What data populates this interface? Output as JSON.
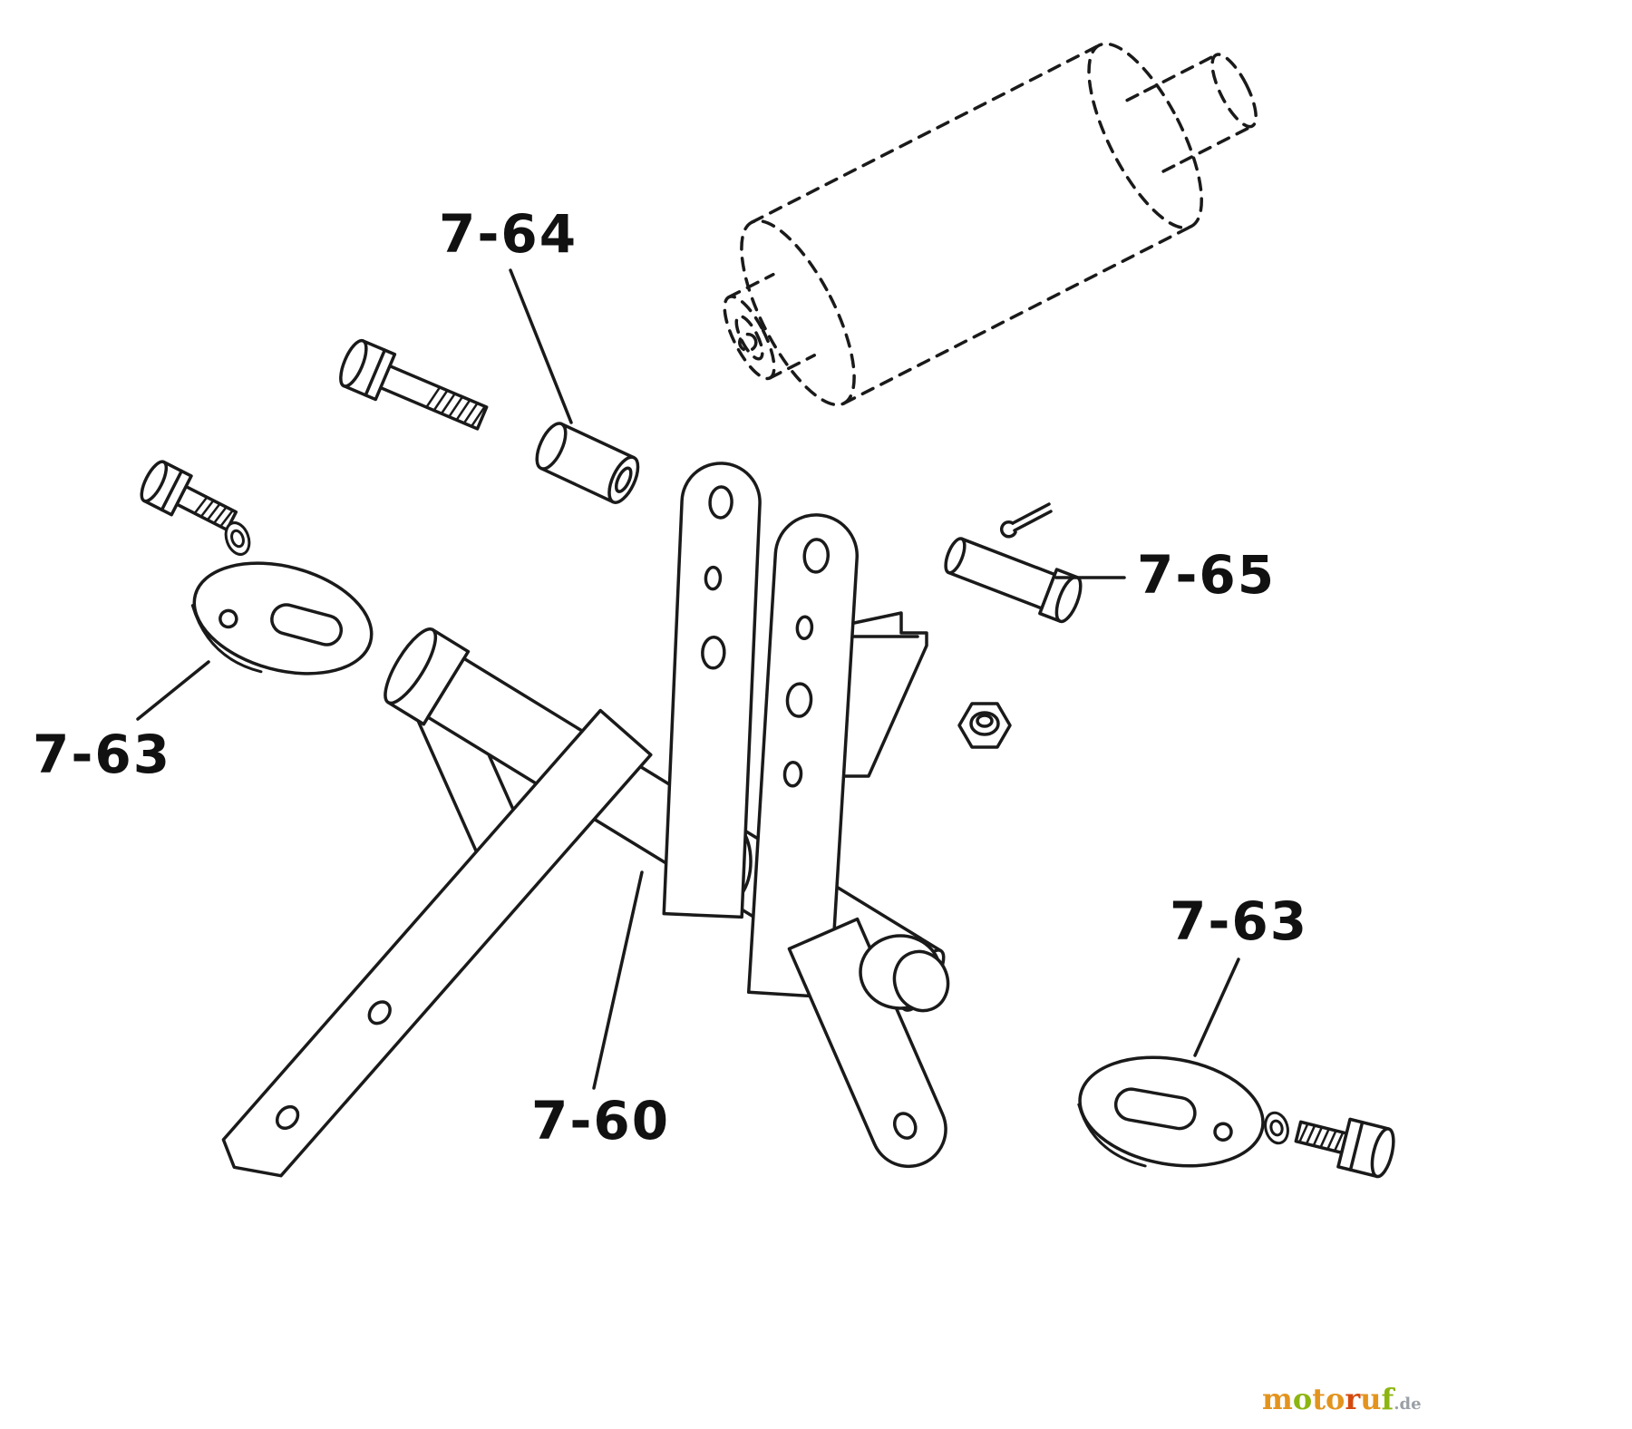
{
  "diagram": {
    "type": "exploded-parts-diagram",
    "labels": {
      "spacer": "7-64",
      "flange_left": "7-63",
      "clevis_pin": "7-65",
      "hitch_frame": "7-60",
      "flange_right": "7-63"
    },
    "line_color": "#1a1a1a"
  },
  "watermark": {
    "letters": [
      {
        "ch": "m",
        "color": "#e3941e"
      },
      {
        "ch": "o",
        "color": "#8db510"
      },
      {
        "ch": "t",
        "color": "#e3941e"
      },
      {
        "ch": "o",
        "color": "#e3941e"
      },
      {
        "ch": "r",
        "color": "#d44a0e"
      },
      {
        "ch": "u",
        "color": "#e3941e"
      },
      {
        "ch": "f",
        "color": "#8db510"
      }
    ],
    "suffix": ".de",
    "suffix_color": "#9aa0a6"
  }
}
